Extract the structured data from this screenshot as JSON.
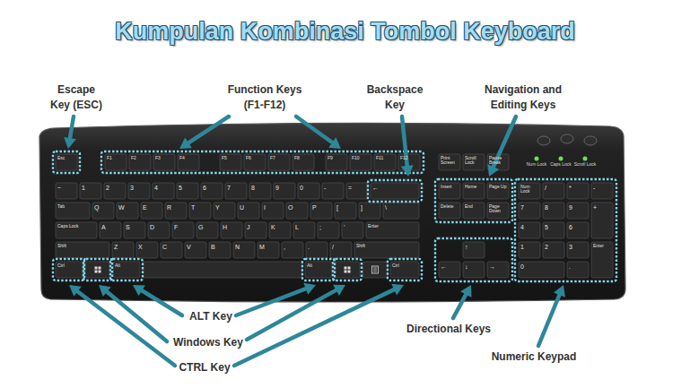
{
  "diagram": {
    "title": "Kumpulan Kombinasi Tombol Keyboard",
    "labels": [
      "Escape Key (ESC)",
      "Function Keys (F1-F12)",
      "Backspace Key",
      "Navigation and Editing Keys",
      "ALT Key",
      "Windows Key",
      "CTRL Key",
      "Directional Keys",
      "Numeric Keypad",
      "Esc",
      "F1",
      "F2",
      "F3",
      "F4",
      "F5",
      "F6",
      "F7",
      "F8",
      "F9",
      "F10",
      "F11",
      "F12",
      "Print Screen",
      "Scroll Lock",
      "Pause Break",
      "Num Lock",
      "Caps Lock",
      "Scroll Lock",
      "~",
      "1",
      "2",
      "3",
      "4",
      "5",
      "6",
      "7",
      "8",
      "9",
      "0",
      "-",
      "=",
      "←",
      "Insert",
      "Home",
      "Page Up",
      "Delete",
      "End",
      "Page Down",
      "Num Lock",
      "/",
      "*",
      "-",
      "Tab",
      "Q",
      "W",
      "E",
      "R",
      "T",
      "Y",
      "U",
      "I",
      "O",
      "P",
      "[",
      "]",
      "\\",
      "7",
      "8",
      "9",
      "+",
      "Caps Lock",
      "A",
      "S",
      "D",
      "F",
      "G",
      "H",
      "J",
      "K",
      "L",
      ";",
      "'",
      "Enter",
      "4",
      "5",
      "6",
      "Shift",
      "Z",
      "X",
      "C",
      "V",
      "B",
      "N",
      "M",
      ",",
      ".",
      "/",
      "Shift",
      "↑",
      "1",
      "2",
      "3",
      "Enter",
      "Ctrl",
      "Alt",
      "Alt",
      "Ctrl",
      "←",
      "↓",
      "→",
      "0",
      "."
    ]
  }
}
